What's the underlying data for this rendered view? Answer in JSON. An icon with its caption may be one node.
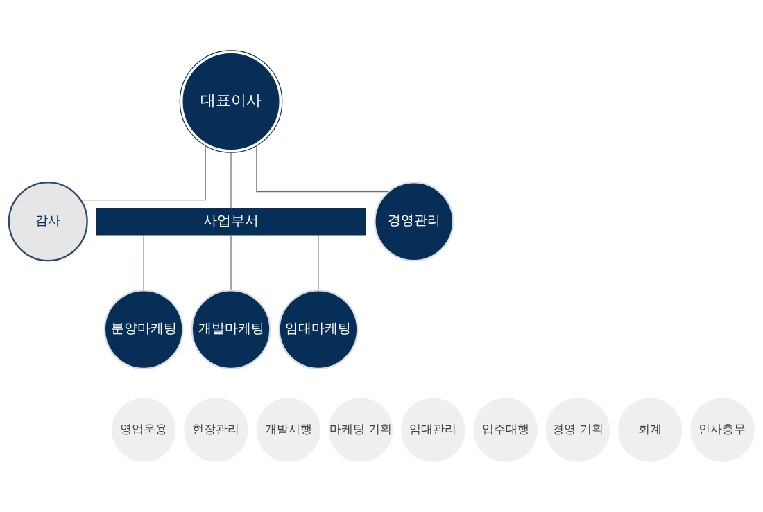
{
  "diagram": {
    "nodes": [
      {
        "text": [
          "대표이사"
        ]
      },
      {
        "text": [
          "감사"
        ]
      },
      {
        "text": [
          "사업부서"
        ]
      },
      {
        "text": [
          "분양마케팅"
        ]
      },
      {
        "text": [
          "개발마케팅"
        ]
      },
      {
        "text": [
          "임대마케팅"
        ]
      },
      {
        "text": [
          "경영관리"
        ]
      },
      {
        "text": [
          "영업운용"
        ]
      },
      {
        "text": [
          "현장관리"
        ]
      },
      {
        "text": [
          "개발시행"
        ]
      },
      {
        "text": [
          "마케팅 기획"
        ]
      },
      {
        "text": [
          "임대관리"
        ]
      },
      {
        "text": [
          "입주대행"
        ]
      },
      {
        "text": [
          "경영 기획"
        ]
      },
      {
        "text": [
          "회계"
        ]
      },
      {
        "text": [
          "인사총무"
        ]
      }
    ],
    "edges": [
      {
        "from": 0,
        "to": 1,
        "arrow": "none"
      },
      {
        "from": 0,
        "to": 2,
        "arrow": "none"
      },
      {
        "from": 0,
        "to": 6,
        "arrow": "none"
      },
      {
        "from": 2,
        "to": 3,
        "arrow": "none"
      },
      {
        "from": 2,
        "to": 4,
        "arrow": "none"
      },
      {
        "from": 2,
        "to": 5,
        "arrow": "none"
      }
    ]
  }
}
